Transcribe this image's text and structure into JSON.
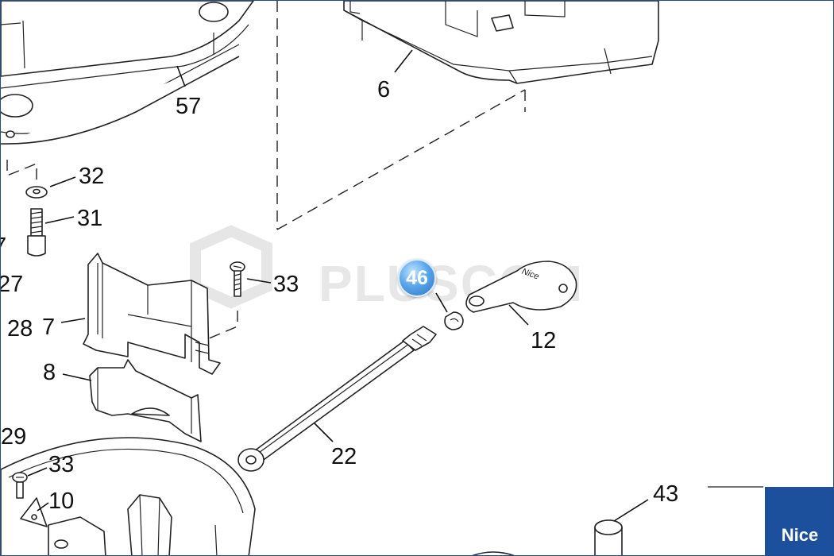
{
  "watermark": "PLUSCOM",
  "hotspot": {
    "label": "46"
  },
  "brand": {
    "label": "Nice"
  },
  "callouts": {
    "c57": "57",
    "c6": "6",
    "c32": "32",
    "c31": "31",
    "c7a": "7",
    "c27": "27",
    "c33a": "33",
    "c28": "28",
    "c7": "7",
    "c8": "8",
    "c12": "12",
    "c22": "22",
    "c29": "29",
    "c33b": "33",
    "c10": "10",
    "c43": "43"
  }
}
